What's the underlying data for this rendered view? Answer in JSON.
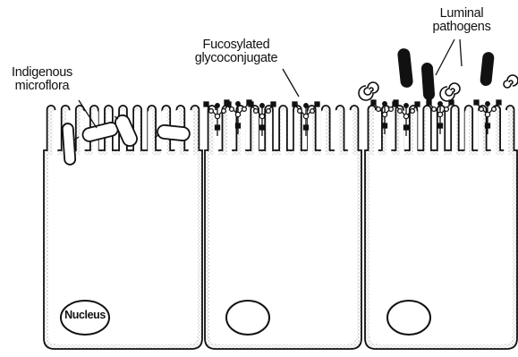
{
  "labels": {
    "microflora": [
      "Indigenous",
      "microflora"
    ],
    "glycoconjugate": [
      "Fucosylated",
      "glycoconjugate"
    ],
    "pathogens": [
      "Luminal",
      "pathogens"
    ],
    "nucleus": "Nucleus"
  },
  "colors": {
    "stroke": "#111111",
    "background": "#ffffff",
    "stipple": "#555555"
  },
  "cells": [
    {
      "name": "left-cell",
      "nucleus_labeled": true
    },
    {
      "name": "middle-cell",
      "nucleus_labeled": false
    },
    {
      "name": "right-cell",
      "nucleus_labeled": false
    }
  ]
}
